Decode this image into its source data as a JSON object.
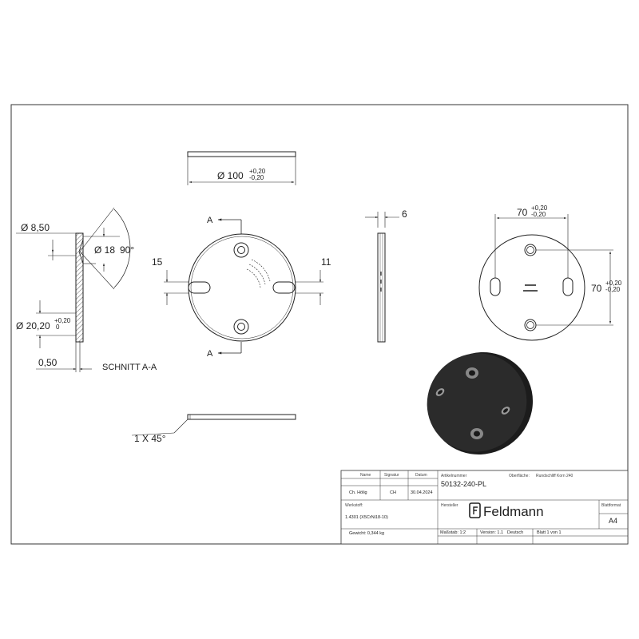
{
  "section_view": {
    "label_hole_diameter": "Ø 8,50",
    "label_countersink": "Ø 18",
    "label_angle": "90°",
    "label_bore": "Ø 20,20",
    "label_bore_tol_upper": "+0,20",
    "label_bore_tol_lower": "0",
    "label_depth": "0,50",
    "label_section": "SCHNITT A-A"
  },
  "front_view": {
    "label_diameter": "Ø 100",
    "label_dia_tol_upper": "+0,20",
    "label_dia_tol_lower": "-0,20",
    "label_slot_left": "15",
    "label_slot_right": "11",
    "section_marker": "A",
    "label_chamfer": "1 X 45°"
  },
  "side_view": {
    "label_thickness": "6"
  },
  "back_view": {
    "label_horizontal": "70",
    "label_h_tol_upper": "+0,20",
    "label_h_tol_lower": "-0,20",
    "label_vertical": "70",
    "label_v_tol_upper": "+0,20",
    "label_v_tol_lower": "-0,20"
  },
  "title_block": {
    "col_name": "Name",
    "col_signature": "Signatur",
    "col_date": "Datum",
    "drawn_by": "Ch. Hölig",
    "signature": "CH",
    "date": "30.04.2024",
    "article_label": "Artikelnummer",
    "article_number": "50132-240-PL",
    "surface_label": "Oberfläche:",
    "surface_value": "Rundschliff Korn 240",
    "material_label": "Werkstoff:",
    "material_value": "1.4301 (X5CrNi18-10)",
    "manufacturer_label": "Hersteller",
    "brand_name": "Feldmann",
    "sheet_format_label": "Blattformat",
    "sheet_format": "A4",
    "weight": "Gewicht: 0,344 kg",
    "scale": "Maßstab: 1:2",
    "version": "Version: 1.1",
    "language": "Deutsch",
    "sheet": "Blatt 1 von 1"
  },
  "colors": {
    "line": "#222222",
    "iso_plate": "#2b2b2b",
    "frame": "#333333"
  }
}
